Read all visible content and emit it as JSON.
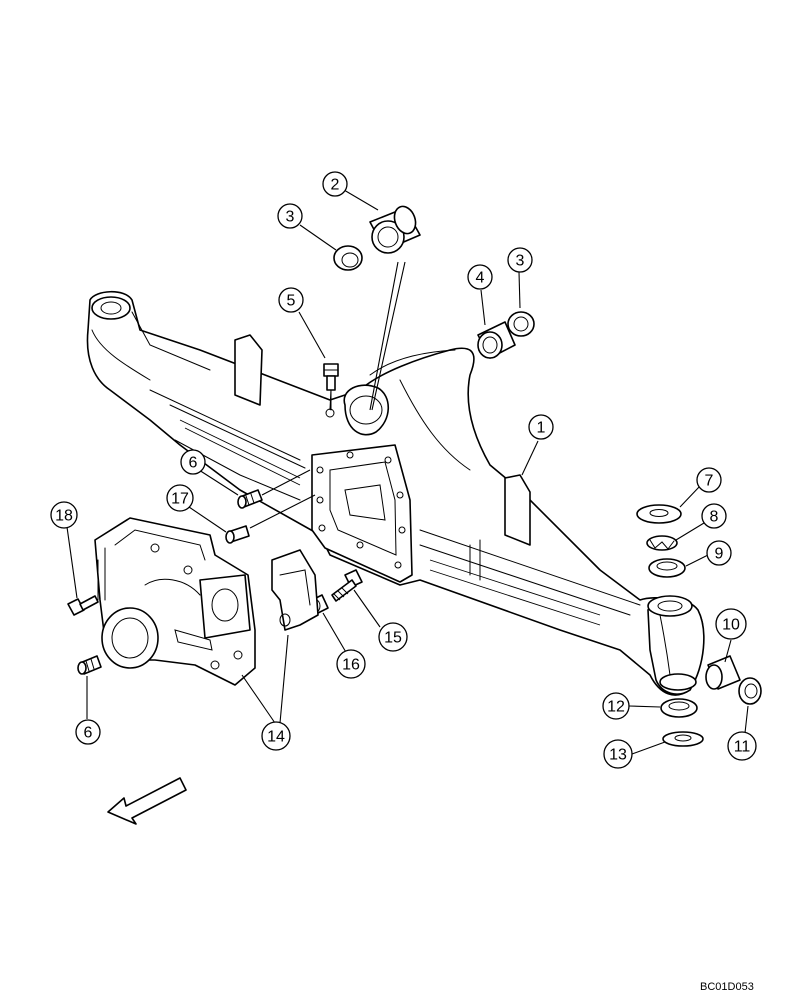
{
  "diagram": {
    "code": "BC01D053",
    "callouts": {
      "c1": "1",
      "c2": "2",
      "c3a": "3",
      "c3b": "3",
      "c4": "4",
      "c5": "5",
      "c6a": "6",
      "c6b": "6",
      "c7": "7",
      "c8": "8",
      "c9": "9",
      "c10": "10",
      "c11": "11",
      "c12": "12",
      "c13": "13",
      "c14": "14",
      "c15": "15",
      "c16": "16",
      "c17": "17",
      "c18": "18"
    }
  }
}
